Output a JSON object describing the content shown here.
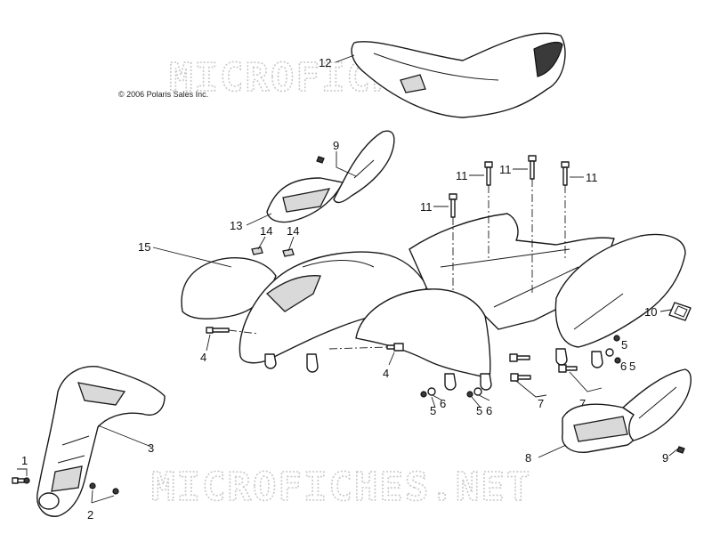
{
  "copyright": "© 2006 Polaris Sales Inc.",
  "watermark": "MICROFICHES.NET",
  "callouts": {
    "c1": "1",
    "c2": "2",
    "c3": "3",
    "c4a": "4",
    "c4b": "4",
    "c5a": "5",
    "c5b": "5",
    "c5c": "5",
    "c5d": "5",
    "c6a": "6",
    "c6b": "6",
    "c6c": "6",
    "c7a": "7",
    "c7b": "7",
    "c8": "8",
    "c9a": "9",
    "c9b": "9",
    "c10": "10",
    "c11a": "11",
    "c11b": "11",
    "c11c": "11",
    "c11d": "11",
    "c12": "12",
    "c13": "13",
    "c14a": "14",
    "c14b": "14",
    "c15": "15"
  }
}
